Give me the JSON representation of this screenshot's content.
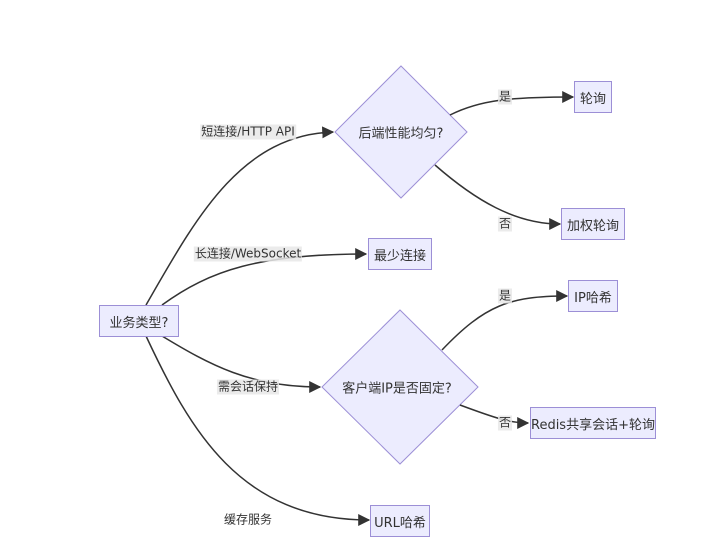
{
  "nodes": {
    "start": "业务类型?",
    "backend_q": "后端性能均匀?",
    "round_robin": "轮询",
    "weighted_rr": "加权轮询",
    "least_conn": "最少连接",
    "client_ip_q": "客户端IP是否固定?",
    "ip_hash": "IP哈希",
    "redis_session": "Redis共享会话+轮询",
    "url_hash": "URL哈希"
  },
  "edges": {
    "short_conn": "短连接/HTTP API",
    "long_conn": "长连接/WebSocket",
    "session": "需会话保持",
    "cache": "缓存服务",
    "yes_1": "是",
    "no_1": "否",
    "yes_2": "是",
    "no_2": "否"
  },
  "colors": {
    "node_fill": "#ececfe",
    "node_stroke": "#9c8fd6",
    "edge": "#333333",
    "label_bg": "#e8e8e8"
  }
}
